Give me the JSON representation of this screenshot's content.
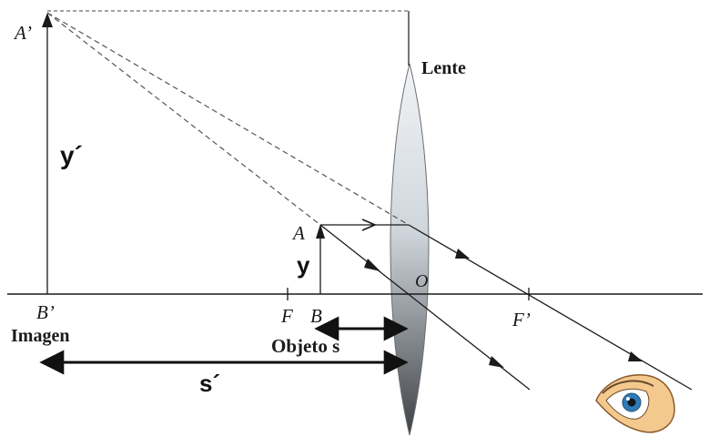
{
  "labels": {
    "lens": "Lente",
    "image_top": "A’",
    "image_bottom": "B’",
    "image_height": "y´",
    "object_top": "A",
    "object_bottom": "B",
    "object_height": "y",
    "focal_left": "F",
    "focal_right": "F’",
    "optical_center": "O",
    "image_caption": "Imagen",
    "object_distance": "Objeto s",
    "image_distance": "s´"
  },
  "colors": {
    "line": "#1a1a1a",
    "dashed": "#555555",
    "lens_light": "#e8ecef",
    "lens_dark": "#5a5d60",
    "eye_skin": "#f3c98e",
    "eye_iris": "#2e7bb8"
  },
  "icons": {
    "eye": "eye-icon"
  }
}
